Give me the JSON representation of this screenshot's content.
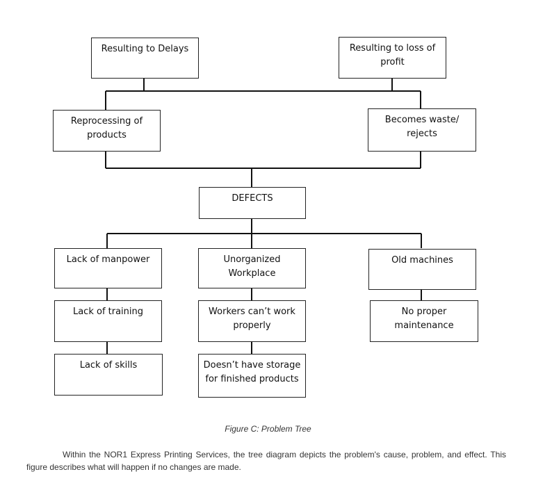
{
  "diagram": {
    "effects": {
      "delays": "Resulting to Delays",
      "loss_of_profit": "Resulting to loss of\nprofit",
      "reprocessing": "Reprocessing of\nproducts",
      "waste": "Becomes waste/\nrejects"
    },
    "problem": "DEFECTS",
    "causes": {
      "manpower": "Lack of manpower",
      "training": "Lack of training",
      "skills": "Lack of skills",
      "workplace": "Unorganized\nWorkplace",
      "workers": "Workers can’t work\nproperly",
      "storage": "Doesn’t have storage\nfor finished products",
      "machines": "Old machines",
      "maintenance": "No proper\nmaintenance"
    }
  },
  "caption": "Figure C: Problem Tree",
  "paragraph": "Within the NOR1 Express Printing Services, the tree diagram depicts the problem's cause, problem, and effect. This figure describes what will happen if no changes are made."
}
